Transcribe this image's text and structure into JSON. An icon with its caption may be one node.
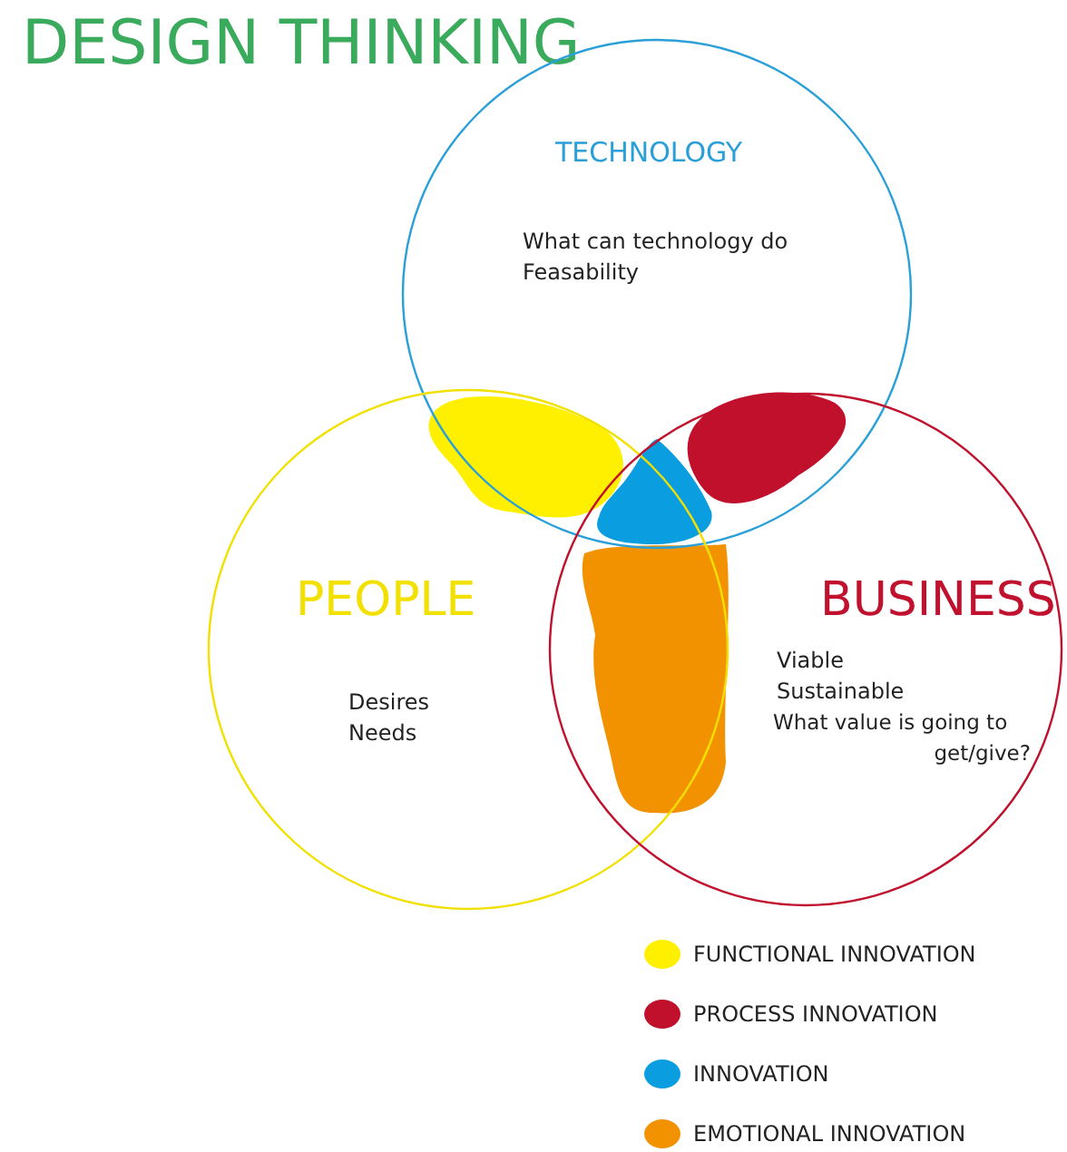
{
  "diagram": {
    "title": "DESIGN THINKING",
    "nodes": [
      {
        "text": [
          "TECHNOLOGY",
          "What can technology do Feasability"
        ]
      },
      {
        "text": [
          "PEOPLE",
          "Desires Needs"
        ]
      },
      {
        "text": [
          "BUSINESS",
          "Viable",
          "Sustainable",
          "What value is going to get/give?"
        ]
      }
    ],
    "legend": [
      {
        "text": "FUNCTIONAL INNOVATION",
        "color": "#fff000"
      },
      {
        "text": "PROCESS INNOVATION",
        "color": "#c0102c"
      },
      {
        "text": "INNOVATION",
        "color": "#0a9ee0"
      },
      {
        "text": "EMOTIONAL INNOVATION",
        "color": "#f39200"
      }
    ]
  }
}
